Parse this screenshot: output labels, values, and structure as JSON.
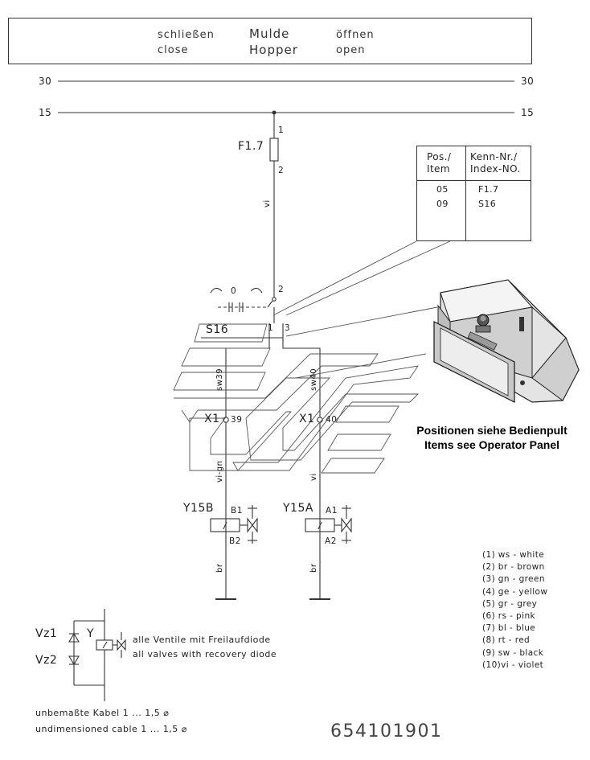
{
  "header": {
    "close_de": "schließen",
    "close_en": "close",
    "title_de": "Mulde",
    "title_en": "Hopper",
    "open_de": "öffnen",
    "open_en": "open"
  },
  "rails": {
    "rail30_left": "30",
    "rail30_right": "30",
    "rail15_left": "15",
    "rail15_right": "15"
  },
  "fuse": {
    "label": "F1.7",
    "pin_top": "1",
    "pin_bottom": "2"
  },
  "wire_vi_top": "vi",
  "switch": {
    "label": "S16",
    "pin2": "2",
    "pin1": "1",
    "pin3": "3",
    "pos0": "0"
  },
  "wires": {
    "sw39": "sw39",
    "sw40": "sw40",
    "vi_gn": "vi-gn",
    "vi": "vi",
    "br_left": "br",
    "br_right": "br"
  },
  "terminals": {
    "x1_39_label": "X1",
    "x1_39_pin": "39",
    "x1_40_label": "X1",
    "x1_40_pin": "40"
  },
  "valves": {
    "left": {
      "label": "Y15B",
      "pin_top": "B1",
      "pin_bottom": "B2"
    },
    "right": {
      "label": "Y15A",
      "pin_top": "A1",
      "pin_bottom": "A2"
    }
  },
  "items_table": {
    "col1_header": [
      "Pos./",
      "Item"
    ],
    "col2_header": [
      "Kenn-Nr./",
      "Index-NO."
    ],
    "rows": [
      {
        "pos": "05",
        "kenn": "F1.7"
      },
      {
        "pos": "09",
        "kenn": "S16"
      }
    ]
  },
  "panel_caption": [
    "Positionen siehe Bedienpult",
    "Items see Operator Panel"
  ],
  "legend": [
    "(1)  ws  -  white",
    "(2)  br  -  brown",
    "(3) gn  -  green",
    "(4) ge  -  yellow",
    "(5) gr  -  grey",
    "(6) rs  -  pink",
    "(7) bl  -  blue",
    "(8) rt  -  red",
    "(9) sw  -  black",
    "(10)vi  -  violet"
  ],
  "diode_note": {
    "vz1": "Vz1",
    "vz2": "Vz2",
    "y": "Y",
    "de": "alle Ventile mit Freilaufdiode",
    "en": "all valves with recovery diode"
  },
  "cable_note": {
    "de": "unbemaßte Kabel 1 ... 1,5 ⌀",
    "en": "undimensioned cable 1 ... 1,5 ⌀"
  },
  "doc_number": "654101901"
}
